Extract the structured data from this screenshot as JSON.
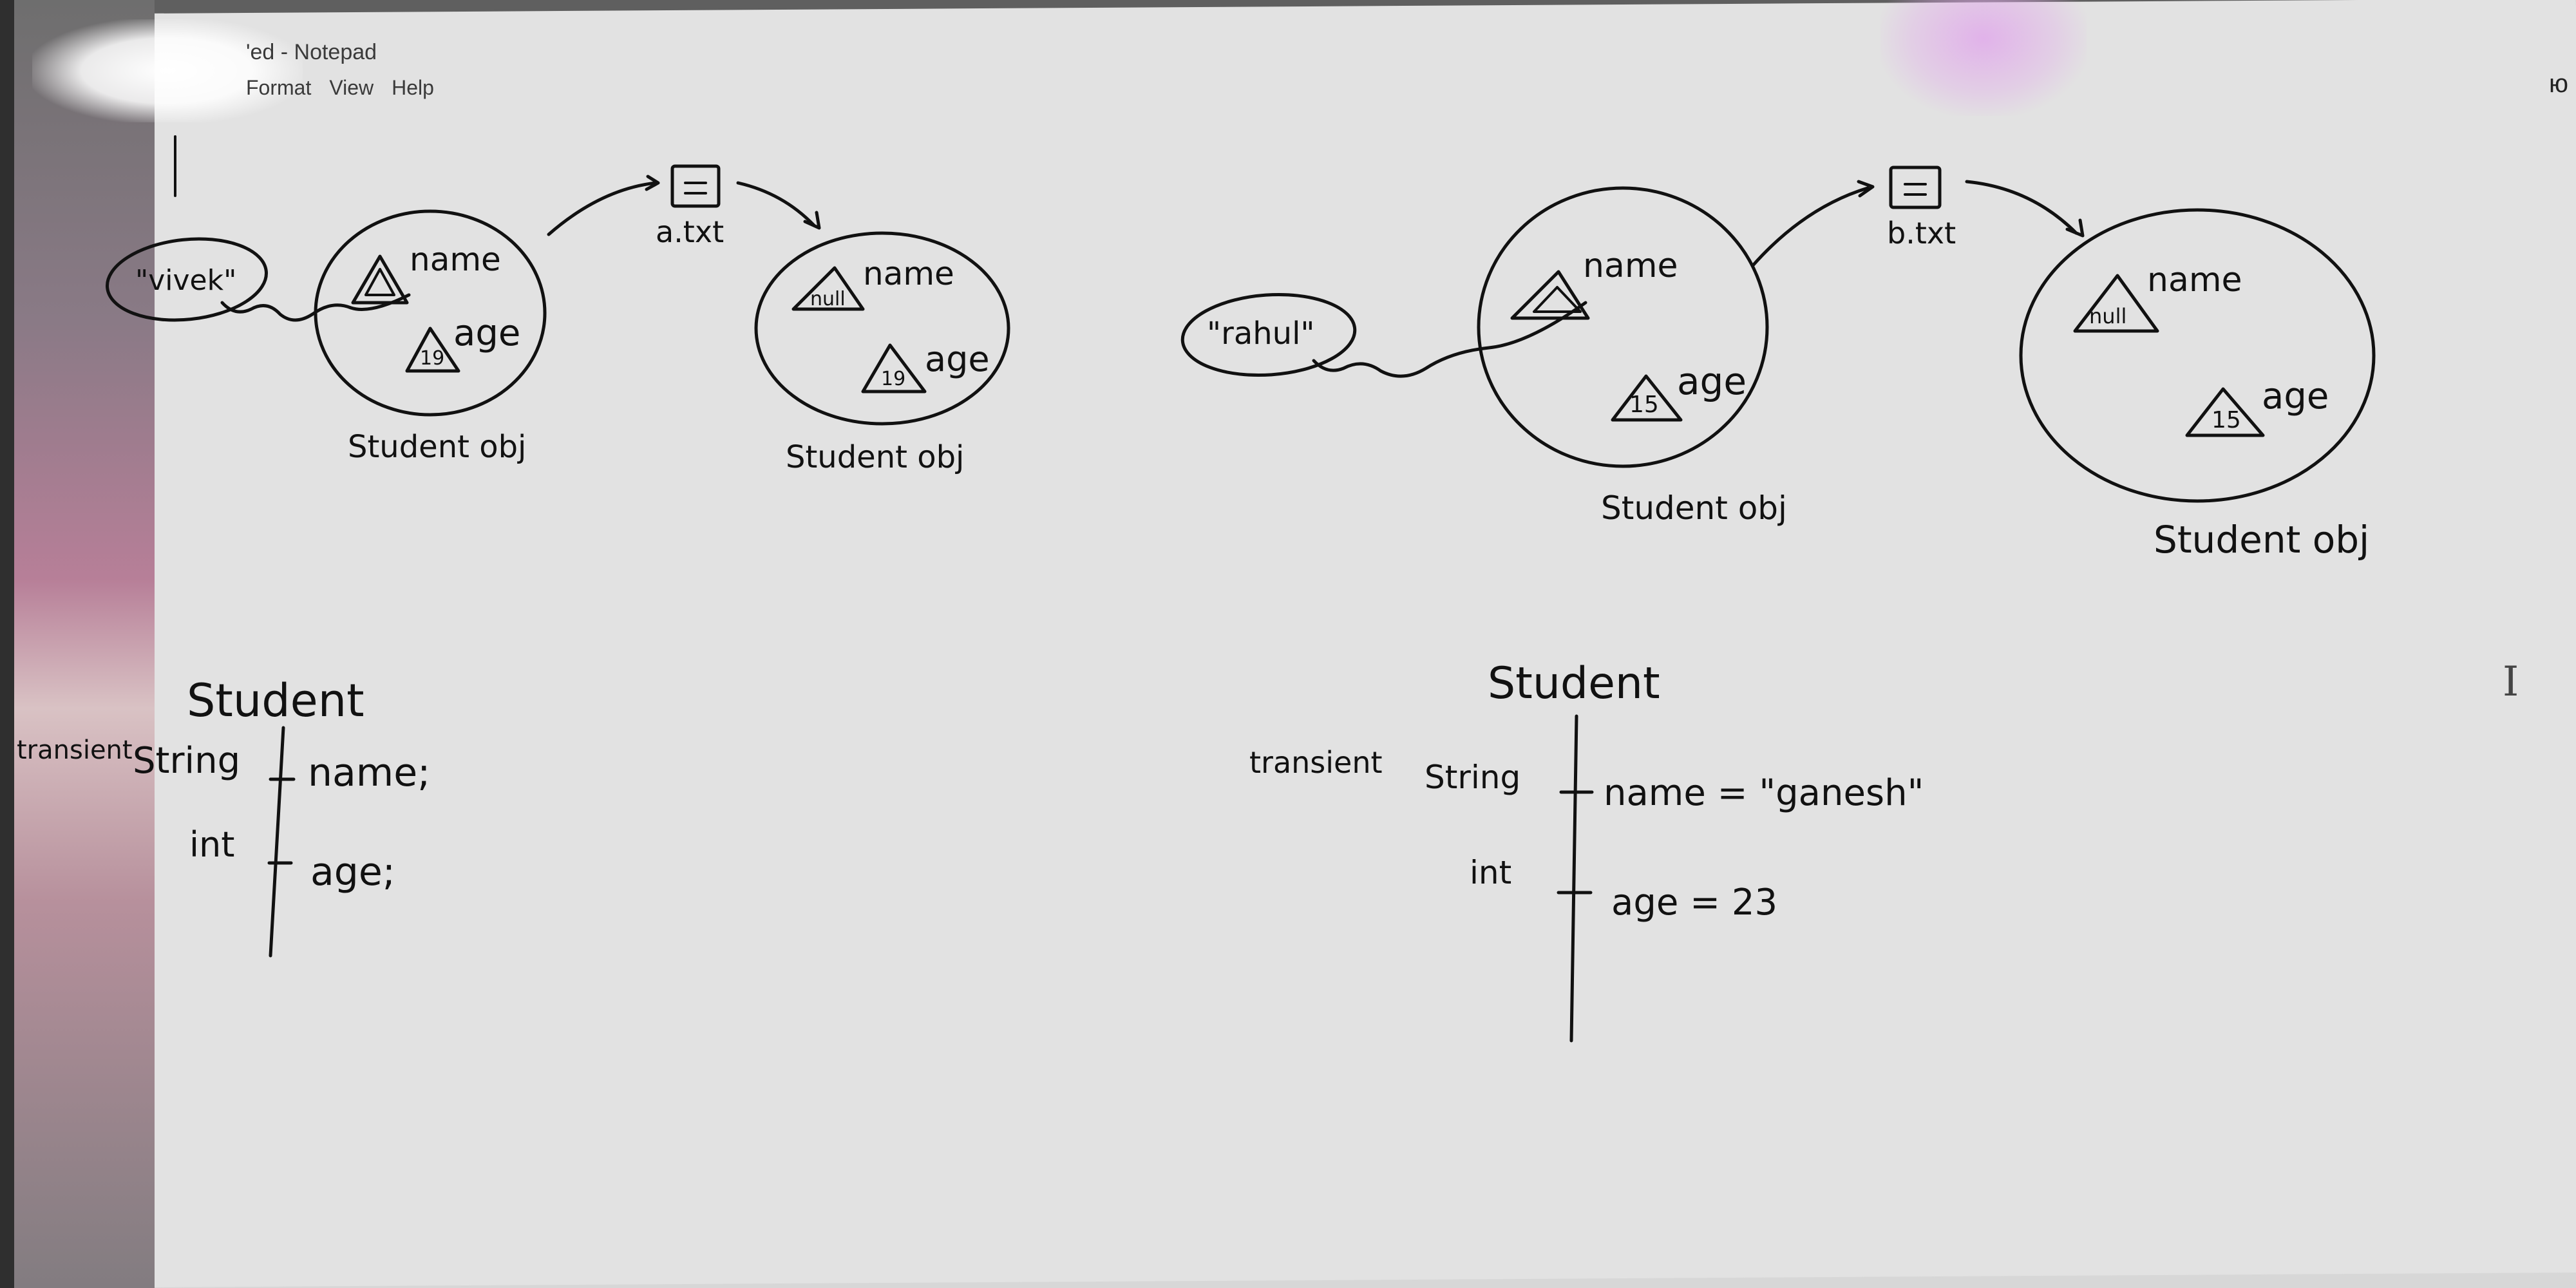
{
  "window": {
    "title": "'ed - Notepad",
    "menu": [
      "Format",
      "View",
      "Help"
    ],
    "right_edge_text": "ю"
  },
  "diagram_left": {
    "string_literal": "\"vivek\"",
    "file_name": "a.txt",
    "source_object": {
      "fields": [
        {
          "name": "name",
          "value": ""
        },
        {
          "name": "age",
          "value": "19"
        }
      ],
      "label": "Student obj"
    },
    "target_object": {
      "fields": [
        {
          "name": "name",
          "value": "null"
        },
        {
          "name": "age",
          "value": "19"
        }
      ],
      "label": "Student obj"
    },
    "class_def": {
      "class_name": "Student",
      "rows": [
        {
          "modifier": "transient",
          "type": "String",
          "field": "name;"
        },
        {
          "modifier": "",
          "type": "int",
          "field": "age;"
        }
      ]
    }
  },
  "diagram_right": {
    "string_literal": "\"rahul\"",
    "file_name": "b.txt",
    "source_object": {
      "fields": [
        {
          "name": "name",
          "value": ""
        },
        {
          "name": "age",
          "value": "15"
        }
      ],
      "label": "Student obj"
    },
    "target_object": {
      "fields": [
        {
          "name": "name",
          "value": "null"
        },
        {
          "name": "age",
          "value": "15"
        }
      ],
      "label": "Student obj"
    },
    "class_def": {
      "class_name": "Student",
      "rows": [
        {
          "modifier": "transient",
          "type": "String",
          "field": "name = \"ganesh\""
        },
        {
          "modifier": "",
          "type": "int",
          "field": "age = 23"
        }
      ]
    }
  }
}
